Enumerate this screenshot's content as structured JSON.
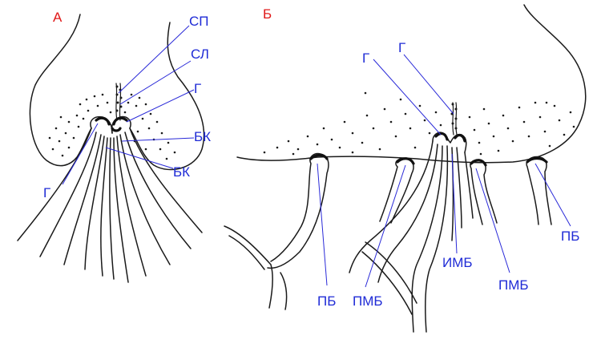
{
  "panels": {
    "a": "А",
    "b": "Б"
  },
  "labels": {
    "a_sp": "СП",
    "a_sl": "СЛ",
    "a_g_right": "Г",
    "a_bk_1": "БК",
    "a_bk_2": "БК",
    "a_g_left": "Г",
    "b_g_1": "Г",
    "b_g_2": "Г",
    "b_pb_left": "ПБ",
    "b_pmb_left": "ПМБ",
    "b_imb": "ИМБ",
    "b_pmb_right": "ПМБ",
    "b_pb_right": "ПБ"
  },
  "colors": {
    "label": "#1f2bd6",
    "panel_letter": "#e01818",
    "ink": "#1a1a1a"
  }
}
